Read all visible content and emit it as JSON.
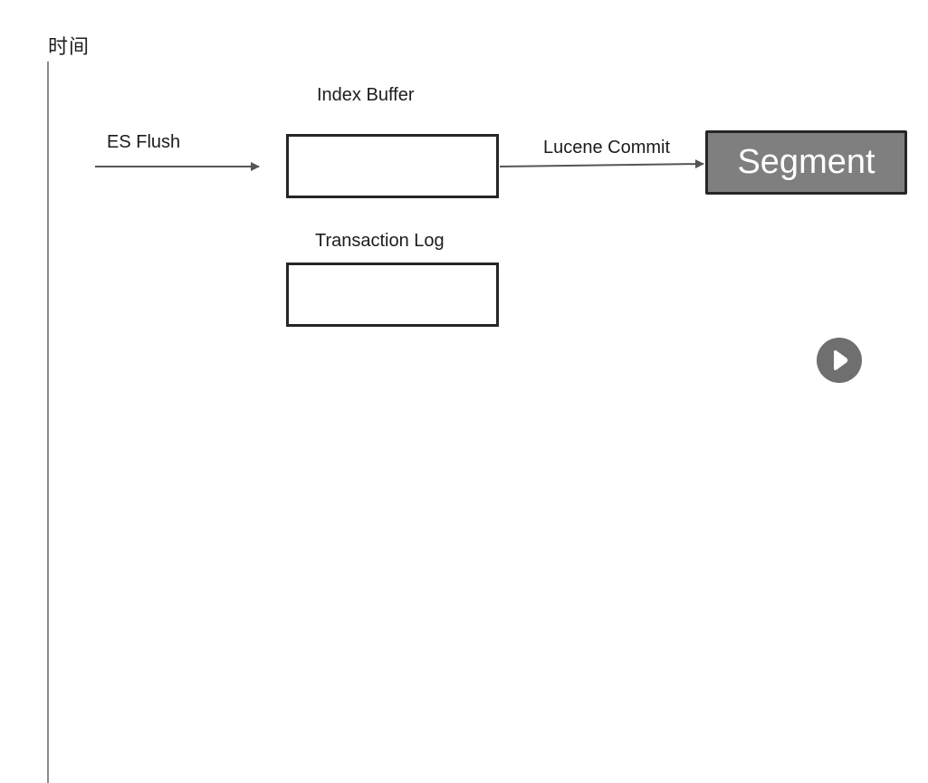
{
  "timeline": {
    "label": "时间"
  },
  "nodes": {
    "index_buffer": {
      "label": "Index Buffer"
    },
    "transaction_log": {
      "label": "Transaction Log"
    },
    "segment": {
      "label": "Segment"
    }
  },
  "edges": {
    "es_flush": {
      "label": "ES Flush"
    },
    "lucene_commit": {
      "label": "Lucene Commit"
    }
  },
  "controls": {
    "play": {
      "icon": "play-icon"
    }
  },
  "colors": {
    "segment_fill": "#7f7f7f",
    "box_border": "#262626",
    "arrow": "#555555",
    "play_button": "#6f6f6f"
  }
}
